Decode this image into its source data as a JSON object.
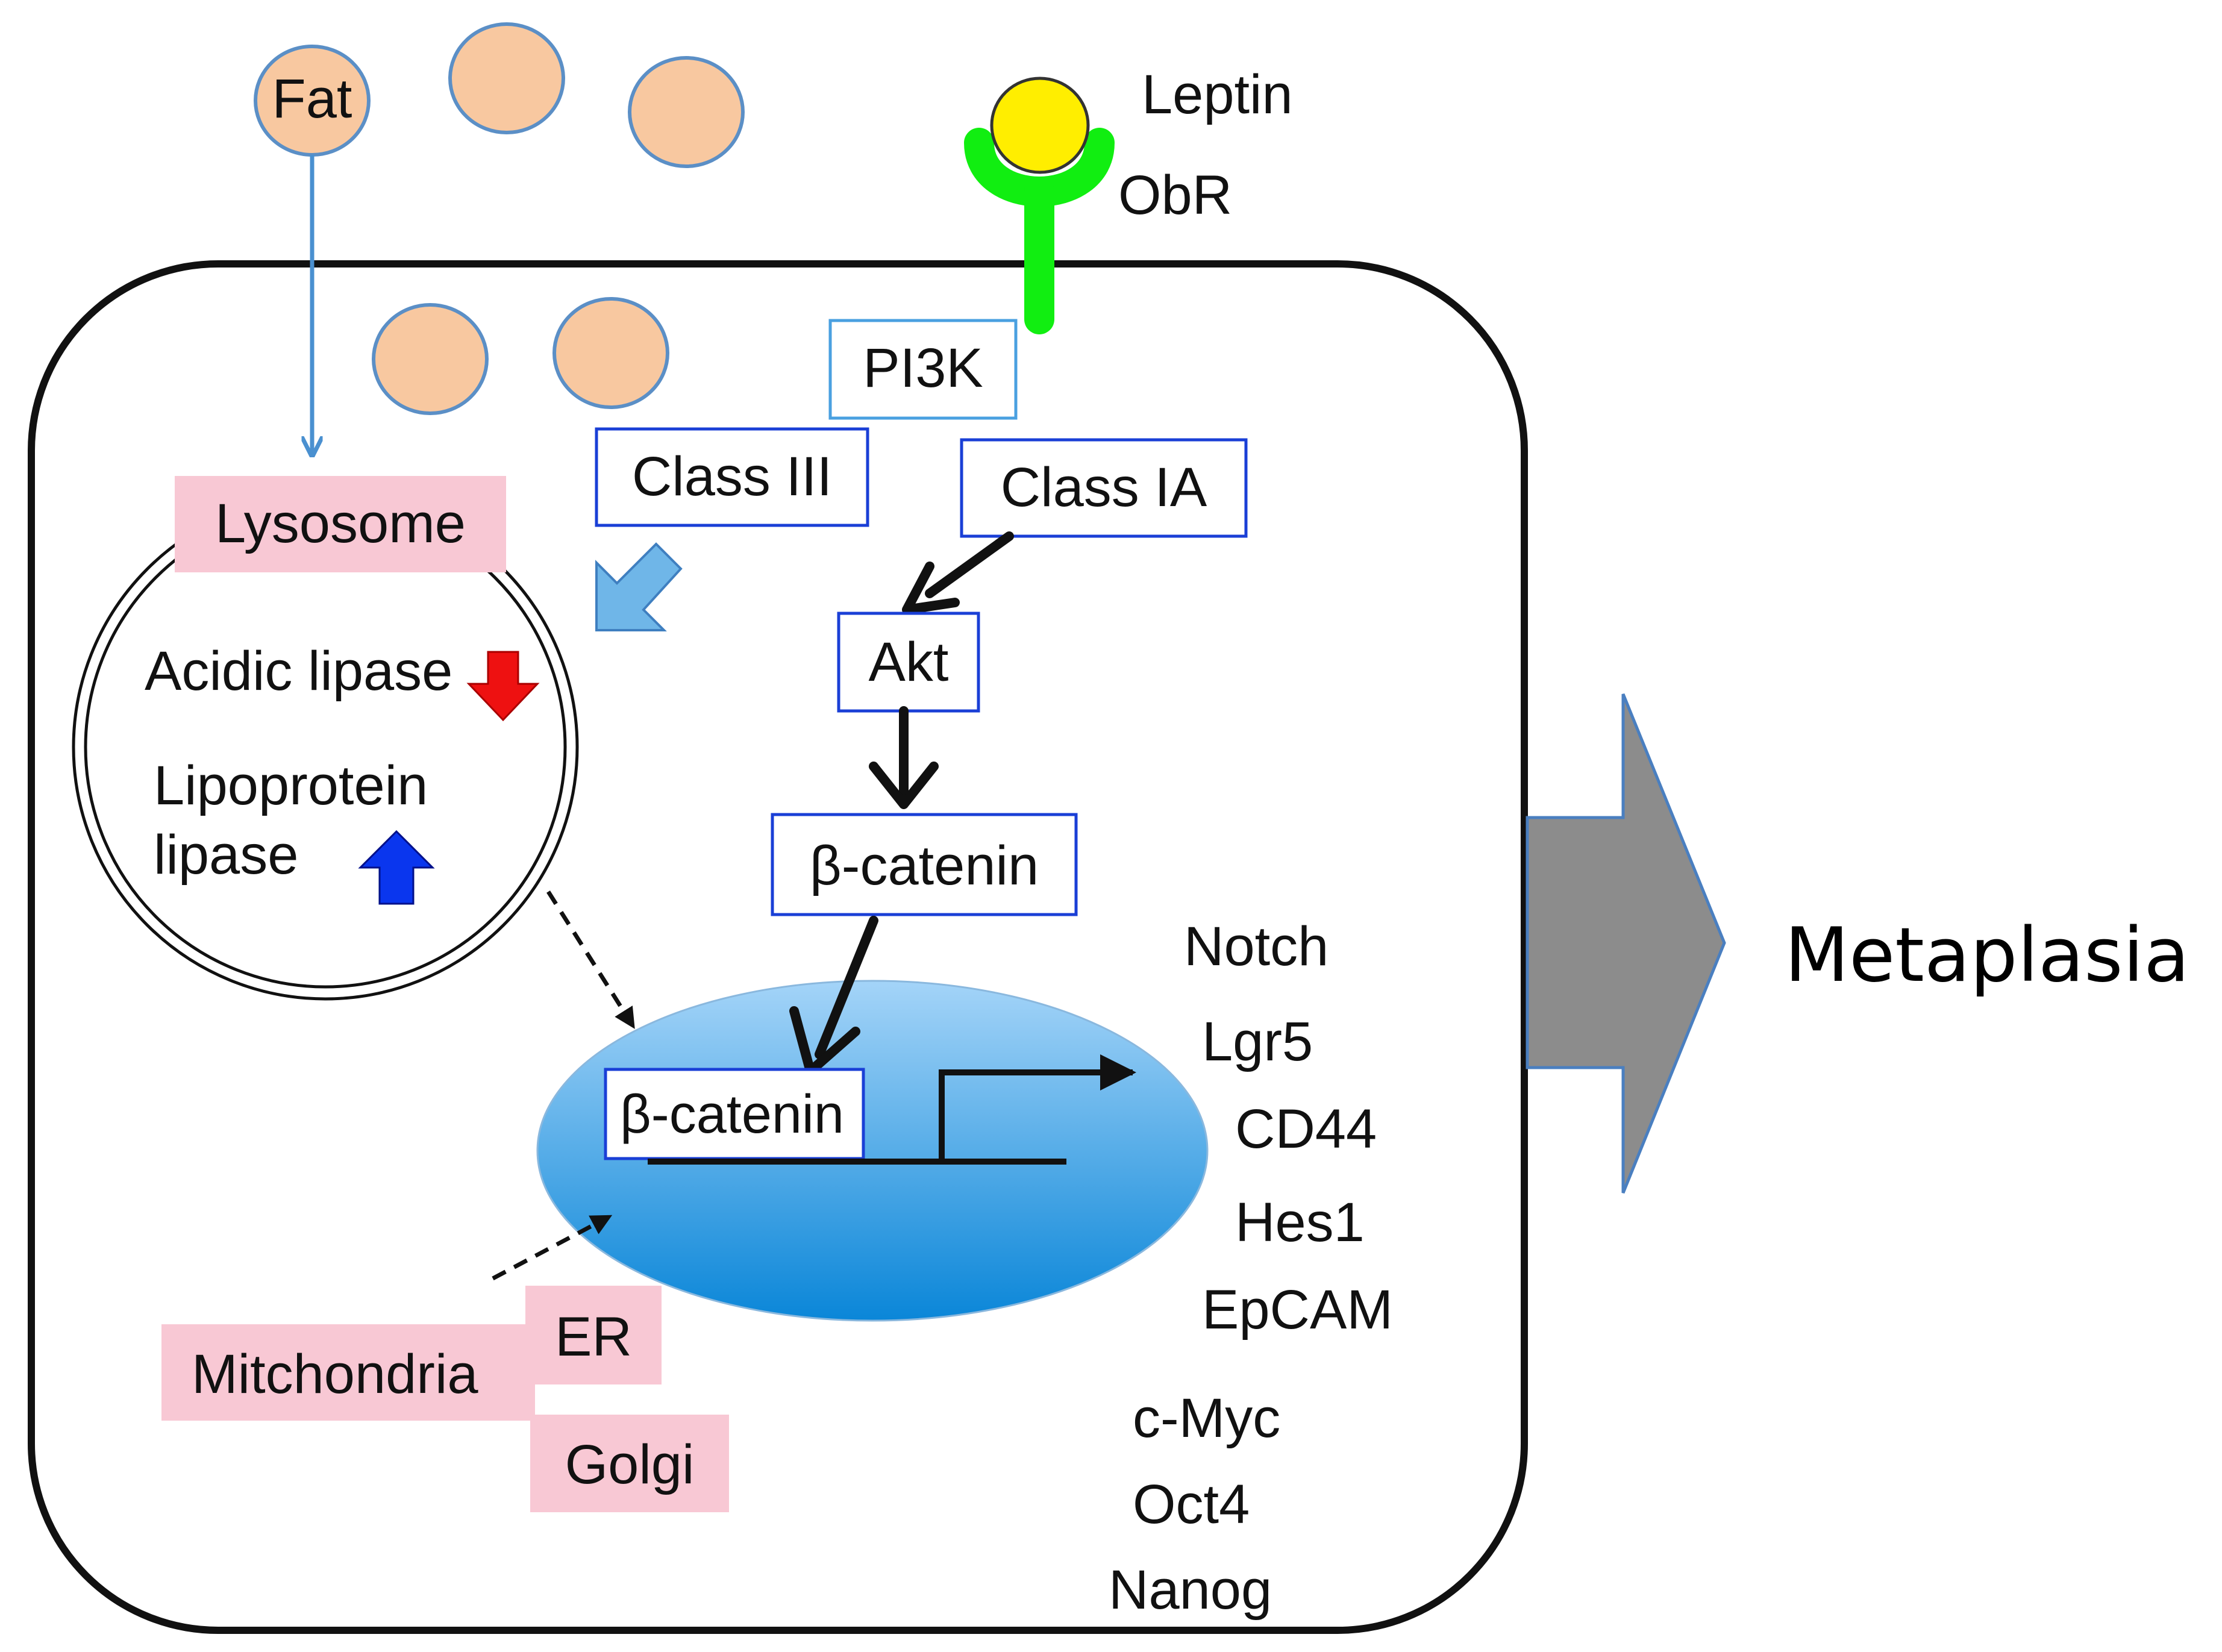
{
  "extracellular": {
    "fat_label": "Fat",
    "leptin_label": "Leptin",
    "receptor_label": "ObR"
  },
  "pathway": {
    "pi3k": "PI3K",
    "class_iii": "Class III",
    "class_ia": "Class IA",
    "akt": "Akt",
    "beta_catenin_cytoplasm": "β-catenin",
    "beta_catenin_nucleus": "β-catenin"
  },
  "lysosome": {
    "label": "Lysosome",
    "acidic_lipase": "Acidic lipase",
    "lipoprotein_line1": "Lipoprotein",
    "lipoprotein_line2": "lipase"
  },
  "organelles": {
    "mitochondria": "Mitchondria",
    "er": "ER",
    "golgi": "Golgi"
  },
  "target_genes": [
    "Notch",
    "Lgr5",
    "CD44",
    "Hes1",
    "EpCAM",
    "c-Myc",
    "Oct4",
    "Nanog"
  ],
  "outcome": "Metaplasia",
  "colors": {
    "fat_droplet": "#f8c8a0",
    "leptin": "#ffee00",
    "receptor": "#11ee11",
    "pathway_box_border": "#1a3fd6",
    "pi3k_box_border": "#4aa0e0",
    "organelle_fill": "#f8c8d4",
    "nucleus_top": "#9fd0f7",
    "nucleus_bottom": "#0a86d8",
    "down_arrow": "#ee1111",
    "up_arrow": "#0a36ee",
    "class_iii_arrow": "#6fb6e8",
    "outcome_arrow": "#8c8c8c",
    "fat_arrow": "#4a90d0"
  }
}
